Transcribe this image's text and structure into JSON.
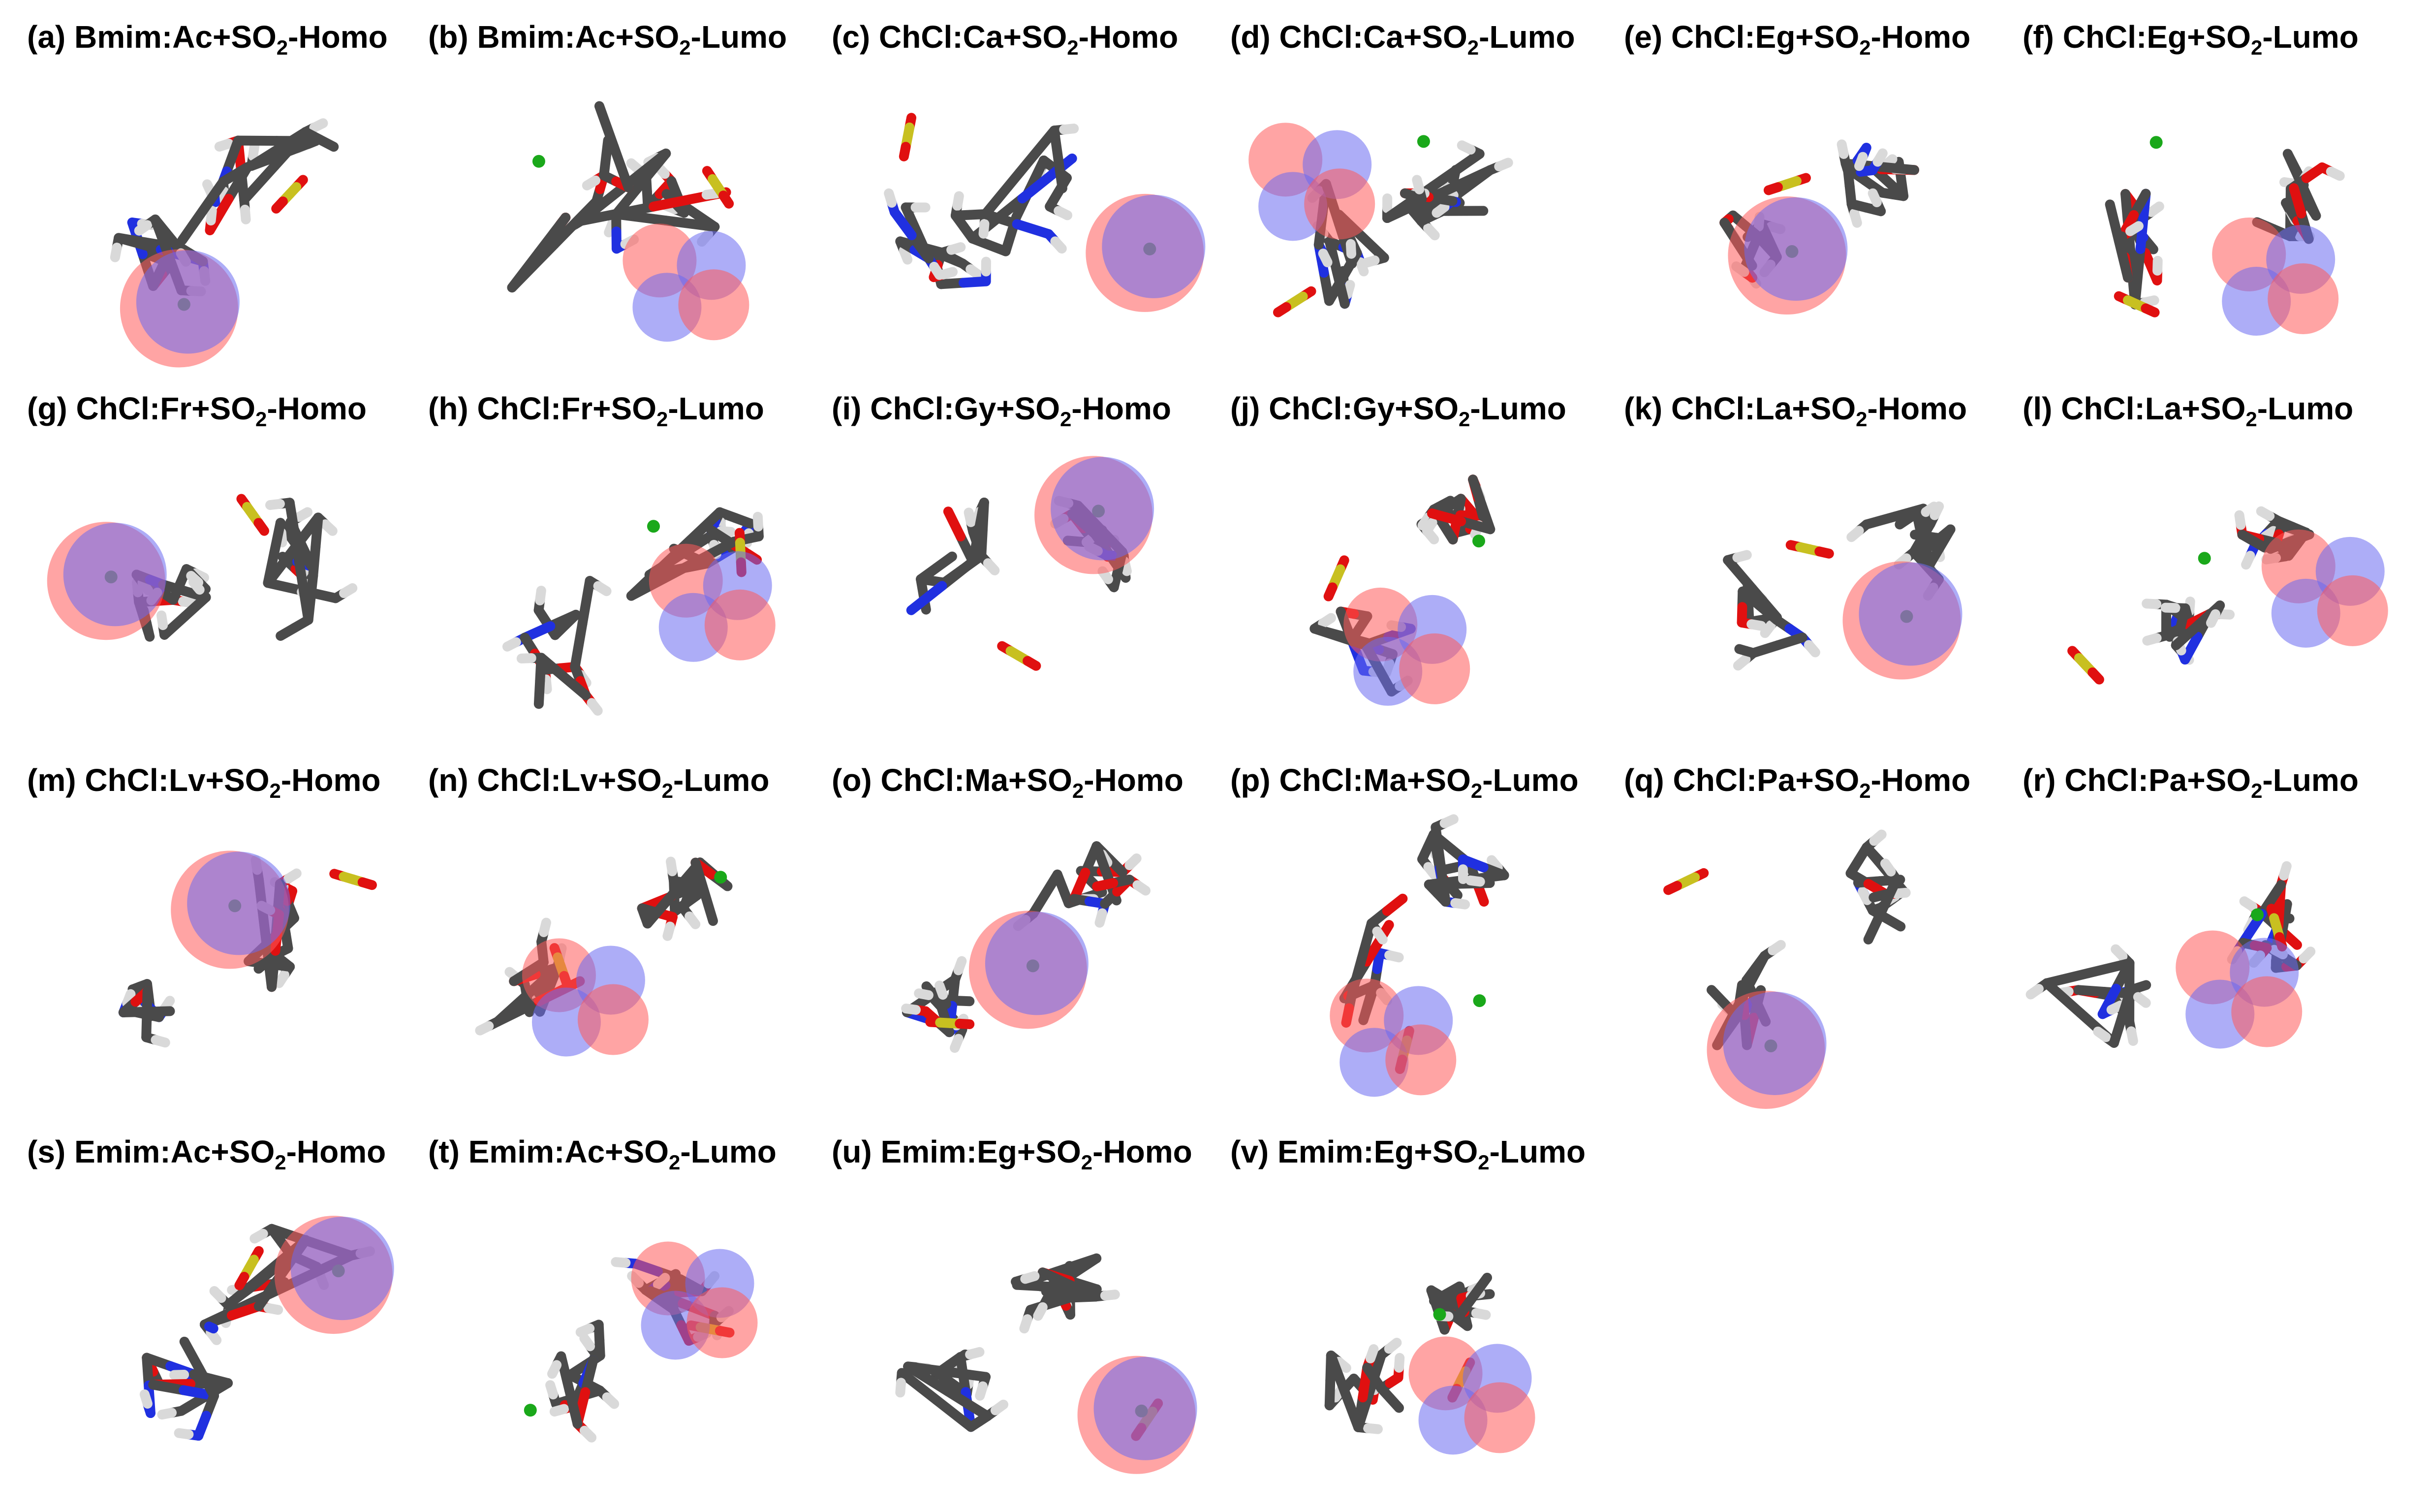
{
  "figure": {
    "panels": [
      {
        "letter": "(a)",
        "system": "Bmim:Ac+SO",
        "sub": "2",
        "orbital": "-Homo"
      },
      {
        "letter": "(b)",
        "system": "Bmim:Ac+SO",
        "sub": "2",
        "orbital": "-Lumo"
      },
      {
        "letter": "(c)",
        "system": "ChCl:Ca+SO",
        "sub": "2",
        "orbital": "-Homo"
      },
      {
        "letter": "(d)",
        "system": "ChCl:Ca+SO",
        "sub": "2",
        "orbital": "-Lumo"
      },
      {
        "letter": "(e)",
        "system": "ChCl:Eg+SO",
        "sub": "2",
        "orbital": "-Homo"
      },
      {
        "letter": "(f)",
        "system": "ChCl:Eg+SO",
        "sub": "2",
        "orbital": "-Lumo"
      },
      {
        "letter": "(g)",
        "system": "ChCl:Fr+SO",
        "sub": "2",
        "orbital": "-Homo"
      },
      {
        "letter": "(h)",
        "system": "ChCl:Fr+SO",
        "sub": "2",
        "orbital": "-Lumo"
      },
      {
        "letter": "(i)",
        "system": "ChCl:Gy+SO",
        "sub": "2",
        "orbital": "-Homo"
      },
      {
        "letter": "(j)",
        "system": "ChCl:Gy+SO",
        "sub": "2",
        "orbital": "-Lumo"
      },
      {
        "letter": "(k)",
        "system": "ChCl:La+SO",
        "sub": "2",
        "orbital": "-Homo"
      },
      {
        "letter": "(l)",
        "system": "ChCl:La+SO",
        "sub": "2",
        "orbital": "-Lumo"
      },
      {
        "letter": "(m)",
        "system": "ChCl:Lv+SO",
        "sub": "2",
        "orbital": "-Homo"
      },
      {
        "letter": "(n)",
        "system": "ChCl:Lv+SO",
        "sub": "2",
        "orbital": "-Lumo"
      },
      {
        "letter": "(o)",
        "system": "ChCl:Ma+SO",
        "sub": "2",
        "orbital": "-Homo"
      },
      {
        "letter": "(p)",
        "system": "ChCl:Ma+SO",
        "sub": "2",
        "orbital": "-Lumo"
      },
      {
        "letter": "(q)",
        "system": "ChCl:Pa+SO",
        "sub": "2",
        "orbital": "-Homo"
      },
      {
        "letter": "(r)",
        "system": "ChCl:Pa+SO",
        "sub": "2",
        "orbital": "-Lumo"
      },
      {
        "letter": "(s)",
        "system": "Emim:Ac+SO",
        "sub": "2",
        "orbital": "-Homo"
      },
      {
        "letter": "(t)",
        "system": "Emim:Ac+SO",
        "sub": "2",
        "orbital": "-Lumo"
      },
      {
        "letter": "(u)",
        "system": "Emim:Eg+SO",
        "sub": "2",
        "orbital": "-Homo"
      },
      {
        "letter": "(v)",
        "system": "Emim:Eg+SO",
        "sub": "2",
        "orbital": "-Lumo"
      }
    ]
  },
  "colors": {
    "carbon": "#4a4a4a",
    "hydrogen": "#d9d9d9",
    "oxygen": "#e01010",
    "nitrogen": "#2030e0",
    "sulfur": "#c8c020",
    "chloride": "#1aa81a",
    "orbital_positive": "#ff5a5a",
    "orbital_negative": "#6a6af0"
  }
}
